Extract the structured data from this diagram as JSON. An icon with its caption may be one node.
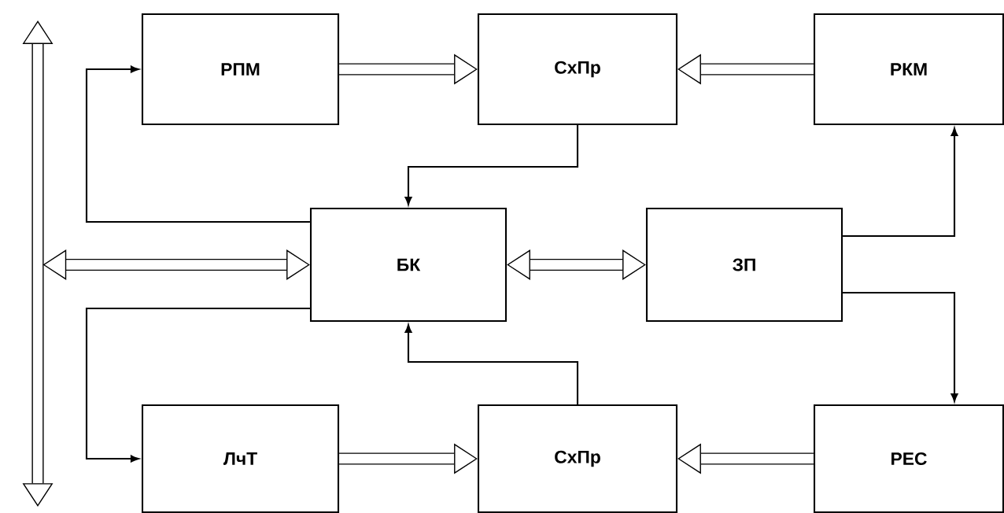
{
  "diagram": {
    "nodes": [
      {
        "text": [
          "РПМ"
        ]
      },
      {
        "text": [
          "СхПр"
        ]
      },
      {
        "text": [
          "РКМ"
        ]
      },
      {
        "text": [
          "БК"
        ]
      },
      {
        "text": [
          "ЗП"
        ]
      },
      {
        "text": [
          "ЛчТ"
        ]
      },
      {
        "text": [
          "СхПр"
        ]
      },
      {
        "text": [
          "РЕС"
        ]
      },
      {
        "text": [],
        "shape": "bar"
      }
    ],
    "edges": [
      {
        "from": 0,
        "to": 1,
        "arrow": "to",
        "style": "thick"
      },
      {
        "from": 2,
        "to": 1,
        "arrow": "to",
        "style": "thick"
      },
      {
        "from": 1,
        "to": 3,
        "arrow": "to"
      },
      {
        "from": 3,
        "to": 0,
        "arrow": "to"
      },
      {
        "from": 8,
        "to": 3,
        "arrow": "both",
        "style": "thick"
      },
      {
        "from": 3,
        "to": 4,
        "arrow": "both",
        "style": "thick"
      },
      {
        "from": 4,
        "to": 2,
        "arrow": "to"
      },
      {
        "from": 4,
        "to": 7,
        "arrow": "to"
      },
      {
        "from": 3,
        "to": 5,
        "arrow": "to"
      },
      {
        "from": 6,
        "to": 3,
        "arrow": "to"
      },
      {
        "from": 5,
        "to": 6,
        "arrow": "to",
        "style": "thick"
      },
      {
        "from": 7,
        "to": 6,
        "arrow": "to",
        "style": "thick"
      }
    ]
  }
}
